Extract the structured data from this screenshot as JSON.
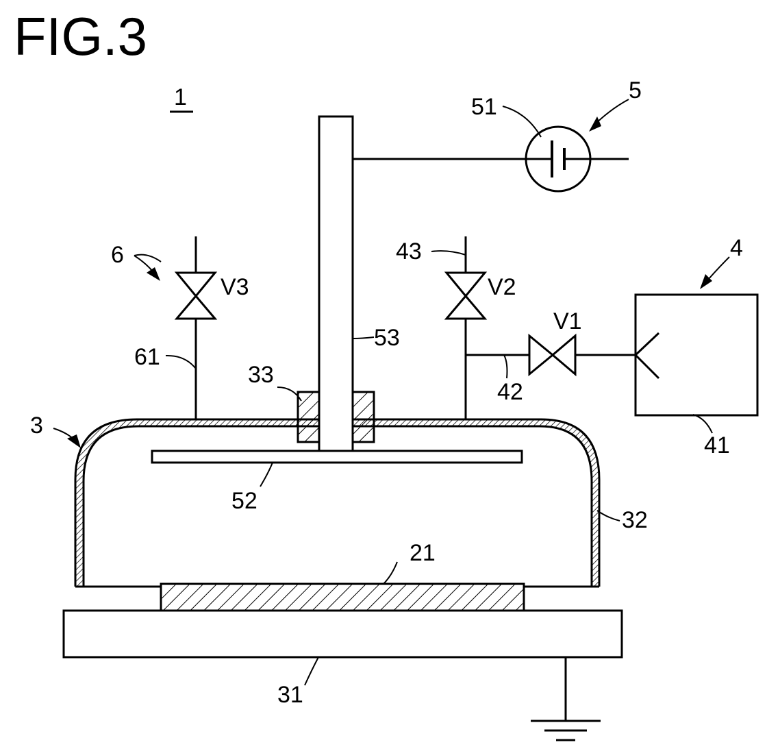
{
  "figure": {
    "title": "FIG.3",
    "labels": {
      "apparatus": "1",
      "chamber": "3",
      "gas_unit": "4",
      "power_unit": "5",
      "exhaust_unit": "6",
      "power_source": "51",
      "electrode_plate": "52",
      "electrode_rod": "53",
      "insulator": "33",
      "substrate": "21",
      "base_plate": "31",
      "cover": "32",
      "gas_supply": "41",
      "gas_pipe": "42",
      "vent_pipe": "43",
      "exhaust_pipe": "61",
      "valve_1": "V1",
      "valve_2": "V2",
      "valve_3": "V3"
    }
  }
}
